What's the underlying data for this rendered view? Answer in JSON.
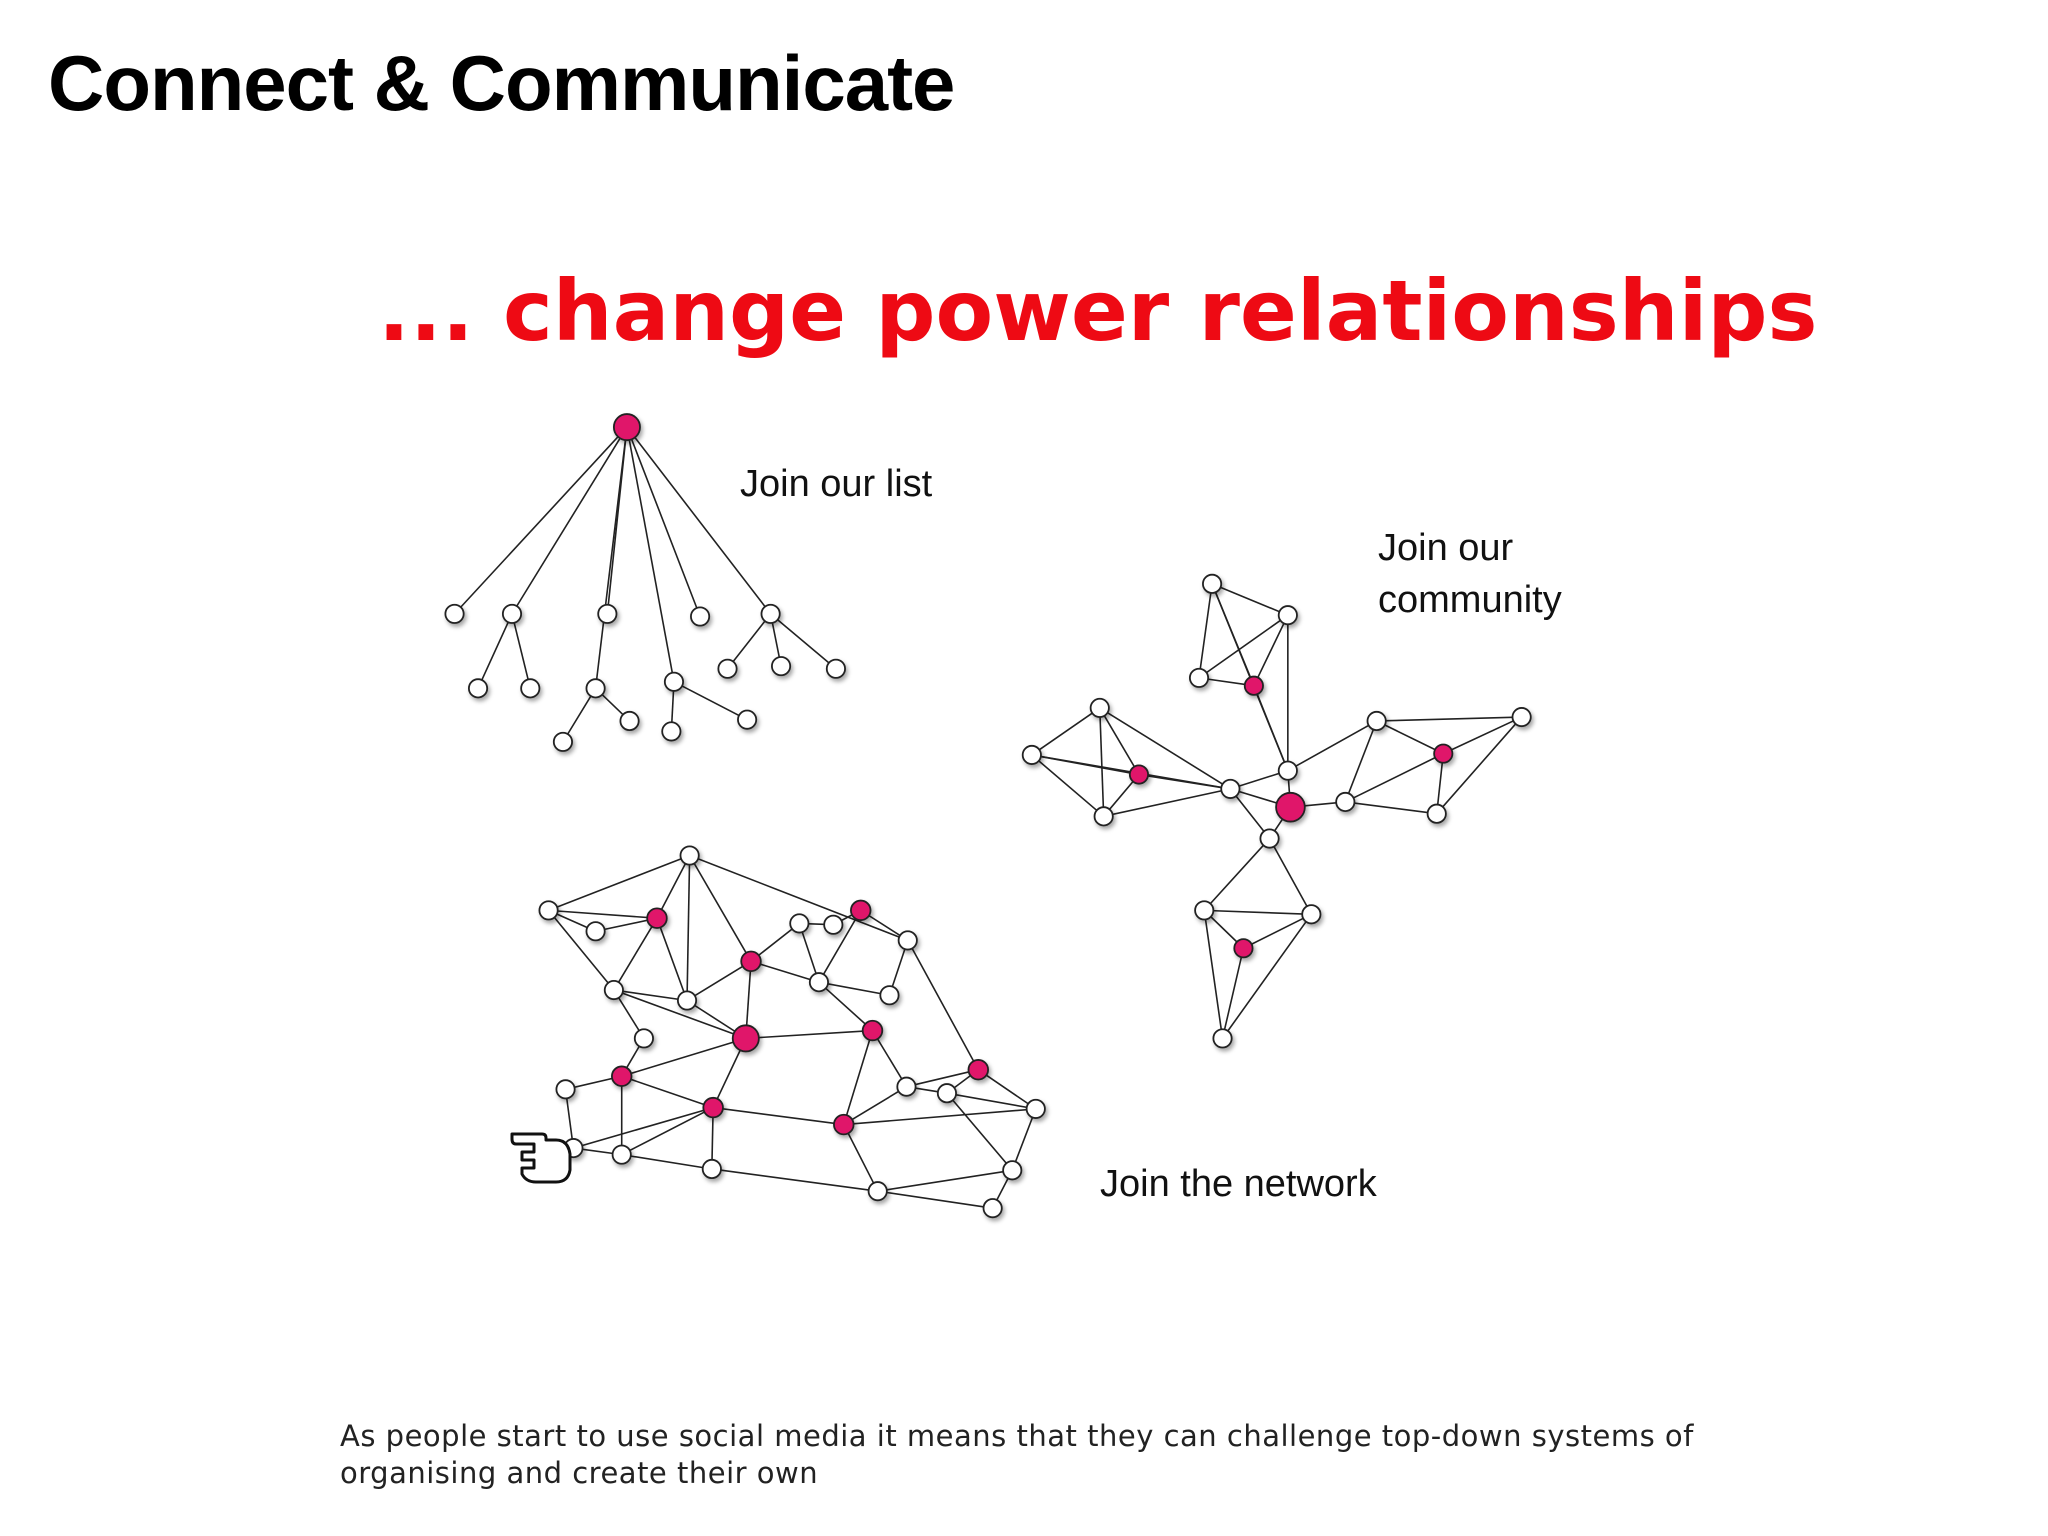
{
  "slide": {
    "title": "Connect & Communicate",
    "caption": "As people start to use social media it means that they can challenge top-down systems of organising and create their own"
  },
  "diagram": {
    "heading": "... change power relationships",
    "heading_color": "#ee0a14",
    "node_color_hub": "#e0176b",
    "node_color_member": "#ffffff",
    "edge_color": "#222222",
    "labels": {
      "list": "Join our list",
      "community_line1": "Join our",
      "community_line2": "community",
      "network": "Join the network"
    },
    "cursor_icon": "pointing-hand-cursor-icon"
  }
}
